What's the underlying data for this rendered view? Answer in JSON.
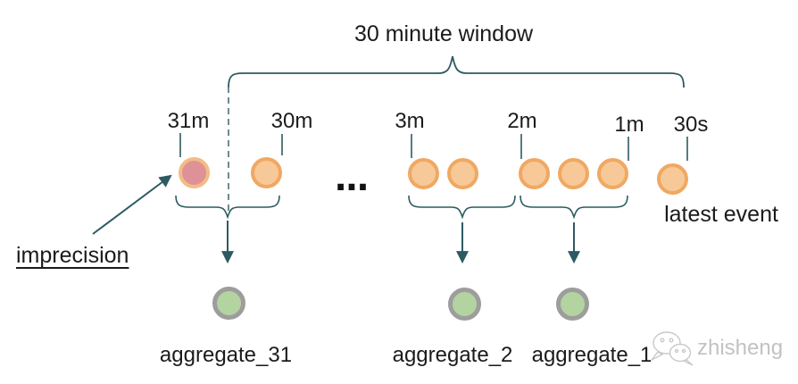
{
  "title": "30 minute window",
  "ticks": [
    {
      "label": "31m"
    },
    {
      "label": "30m"
    },
    {
      "label": "3m"
    },
    {
      "label": "2m"
    },
    {
      "label": "1m"
    },
    {
      "label": "30s"
    }
  ],
  "ellipsis": "...",
  "annotations": {
    "imprecision": "imprecision",
    "latest_event": "latest event"
  },
  "aggregates": [
    {
      "label": "aggregate_31"
    },
    {
      "label": "aggregate_2"
    },
    {
      "label": "aggregate_1"
    }
  ],
  "watermark": {
    "name": "zhisheng"
  },
  "colors": {
    "event_fill": "#f7c998",
    "event_border": "#f0a862",
    "imprecise_fill": "#de9297",
    "imprecise_border": "#f3bc84",
    "aggregate_fill": "#b3d3a1",
    "aggregate_border": "#9d9d9d",
    "stroke": "#2d5a62",
    "text": "#1b1b1b",
    "watermark_gray": "#c2c2c2"
  }
}
